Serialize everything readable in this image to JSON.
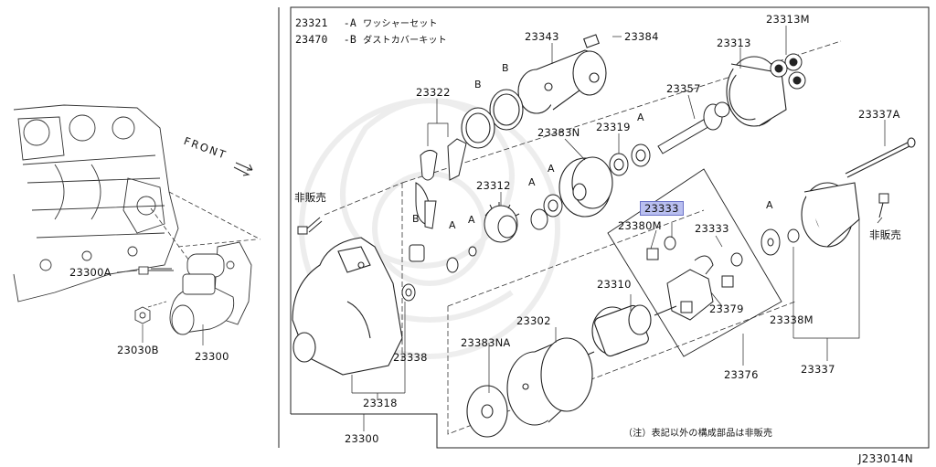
{
  "legend": [
    {
      "part": "23321",
      "code": "-A",
      "desc": "ワッシャーセット"
    },
    {
      "part": "23470",
      "code": "-B",
      "desc": "ダストカバーキット"
    }
  ],
  "front_label": "FRONT",
  "not_sold": "非販売",
  "note": "（注）表記以外の構成部品は非販売",
  "diagram_id": "J233014N",
  "letters": {
    "a": "A",
    "b": "B"
  },
  "labels": {
    "p23300A": "23300A",
    "p23030B": "23030B",
    "p23300_left": "23300",
    "p23322": "23322",
    "p23343": "23343",
    "p23384": "23384",
    "p23313M": "23313M",
    "p23313": "23313",
    "p23357": "23357",
    "p23319": "23319",
    "p23383N": "23383N",
    "p23312": "23312",
    "p23337A": "23337A",
    "p23333_sel": "23333",
    "p23380M": "23380M",
    "p23333": "23333",
    "p23310": "23310",
    "p23302": "23302",
    "p23379": "23379",
    "p23338M": "23338M",
    "p23383NA": "23383NA",
    "p23376": "23376",
    "p23337": "23337",
    "p23338": "23338",
    "p23318": "23318",
    "p23300": "23300"
  }
}
